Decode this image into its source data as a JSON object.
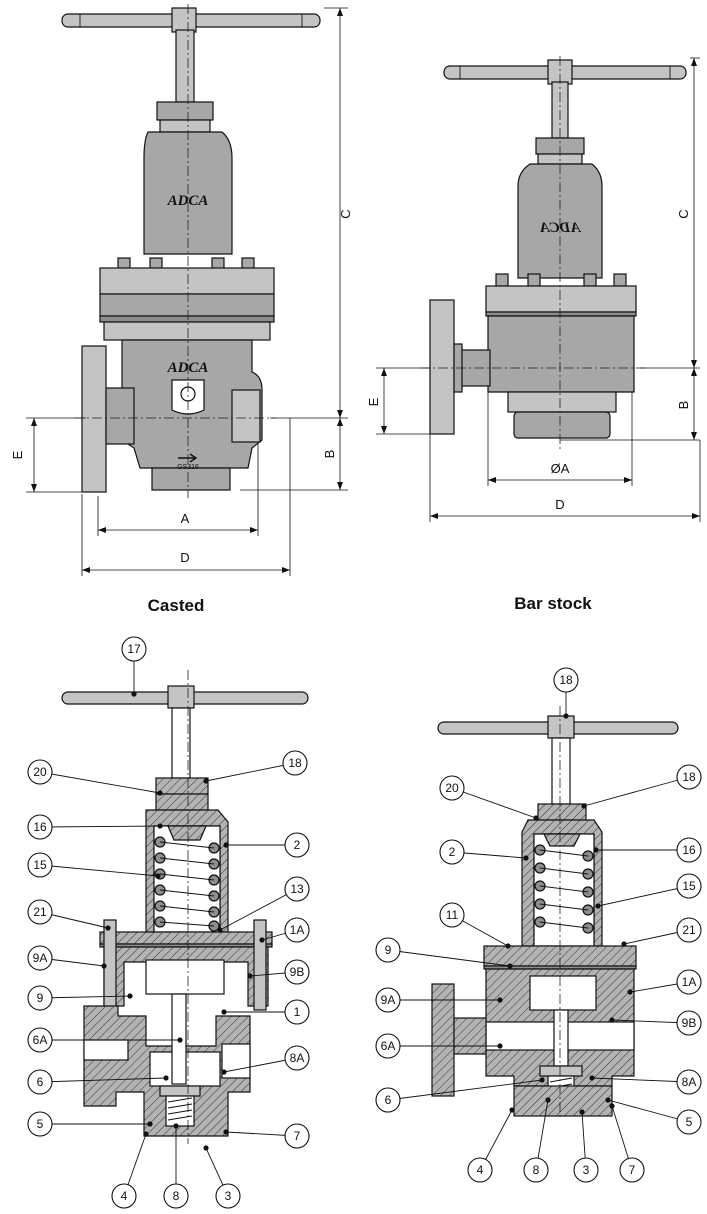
{
  "titles": {
    "left": "Casted",
    "right": "Bar stock"
  },
  "dimensions_casted": {
    "a": "A",
    "b": "B",
    "c": "C",
    "d": "D",
    "e": "E"
  },
  "dimensions_bar": {
    "a": "ØA",
    "b": "B",
    "c": "C",
    "d": "D",
    "e": "E"
  },
  "logo": "ADCA",
  "body_marking": "GS316",
  "parts_casted": [
    "17",
    "20",
    "18",
    "16",
    "2",
    "15",
    "13",
    "21",
    "1A",
    "9A",
    "9",
    "9B",
    "6A",
    "1",
    "6",
    "8A",
    "5",
    "7",
    "4",
    "8",
    "3"
  ],
  "parts_bar": [
    "18",
    "20",
    "18",
    "2",
    "16",
    "15",
    "11",
    "21",
    "9",
    "1A",
    "9A",
    "9B",
    "6A",
    "8A",
    "6",
    "5",
    "4",
    "8",
    "3",
    "7"
  ]
}
